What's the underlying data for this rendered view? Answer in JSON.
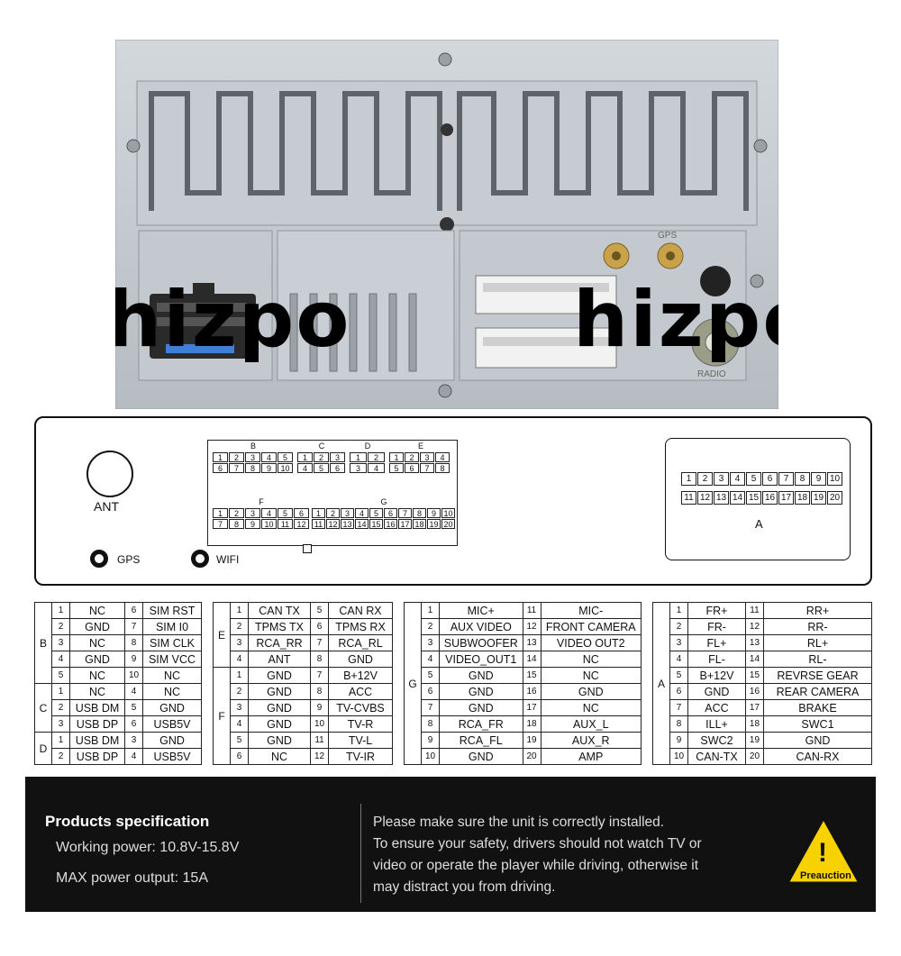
{
  "photo": {
    "watermark_left": "hizpo",
    "watermark_right": "hizpo",
    "gps_label": "GPS",
    "radio_label": "RADIO"
  },
  "diagram": {
    "ant_label": "ANT",
    "gps_label": "GPS",
    "wifi_label": "WIFI",
    "groups": [
      {
        "id": "B",
        "pins_top": [
          "1",
          "2",
          "3",
          "4",
          "5"
        ],
        "pins_bottom": [
          "6",
          "7",
          "8",
          "9",
          "10"
        ]
      },
      {
        "id": "C",
        "pins_top": [
          "1",
          "2",
          "3"
        ],
        "pins_bottom": [
          "4",
          "5",
          "6"
        ]
      },
      {
        "id": "D",
        "pins_top": [
          "1",
          "2"
        ],
        "pins_bottom": [
          "3",
          "4"
        ]
      },
      {
        "id": "E",
        "pins_top": [
          "1",
          "2",
          "3",
          "4"
        ],
        "pins_bottom": [
          "5",
          "6",
          "7",
          "8"
        ]
      },
      {
        "id": "F",
        "pins_top": [
          "1",
          "2",
          "3",
          "4",
          "5",
          "6"
        ],
        "pins_bottom": [
          "7",
          "8",
          "9",
          "10",
          "11",
          "12"
        ]
      },
      {
        "id": "G",
        "pins_top": [
          "1",
          "2",
          "3",
          "4",
          "5",
          "6",
          "7",
          "8",
          "9",
          "10"
        ],
        "pins_bottom": [
          "11",
          "12",
          "13",
          "14",
          "15",
          "16",
          "17",
          "18",
          "19",
          "20"
        ]
      }
    ],
    "connector_A": {
      "label": "A",
      "pins_top": [
        "1",
        "2",
        "3",
        "4",
        "5",
        "6",
        "7",
        "8",
        "9",
        "10"
      ],
      "pins_bottom": [
        "11",
        "12",
        "13",
        "14",
        "15",
        "16",
        "17",
        "18",
        "19",
        "20"
      ]
    }
  },
  "tables": {
    "bcd": [
      {
        "g": "B",
        "span": 5,
        "n1": "1",
        "v1": "NC",
        "n2": "6",
        "v2": "SIM RST"
      },
      {
        "n1": "2",
        "v1": "GND",
        "n2": "7",
        "v2": "SIM I0"
      },
      {
        "n1": "3",
        "v1": "NC",
        "n2": "8",
        "v2": "SIM CLK"
      },
      {
        "n1": "4",
        "v1": "GND",
        "n2": "9",
        "v2": "SIM VCC"
      },
      {
        "n1": "5",
        "v1": "NC",
        "n2": "10",
        "v2": "NC"
      },
      {
        "g": "C",
        "span": 3,
        "n1": "1",
        "v1": "NC",
        "n2": "4",
        "v2": "NC"
      },
      {
        "n1": "2",
        "v1": "USB DM",
        "n2": "5",
        "v2": "GND"
      },
      {
        "n1": "3",
        "v1": "USB DP",
        "n2": "6",
        "v2": "USB5V"
      },
      {
        "g": "D",
        "span": 2,
        "n1": "1",
        "v1": "USB DM",
        "n2": "3",
        "v2": "GND"
      },
      {
        "n1": "2",
        "v1": "USB DP",
        "n2": "4",
        "v2": "USB5V"
      }
    ],
    "ef": [
      {
        "g": "E",
        "span": 4,
        "n1": "1",
        "v1": "CAN TX",
        "n2": "5",
        "v2": "CAN RX"
      },
      {
        "n1": "2",
        "v1": "TPMS TX",
        "n2": "6",
        "v2": "TPMS RX"
      },
      {
        "n1": "3",
        "v1": "RCA_RR",
        "n2": "7",
        "v2": "RCA_RL"
      },
      {
        "n1": "4",
        "v1": "ANT",
        "n2": "8",
        "v2": "GND"
      },
      {
        "g": "F",
        "span": 6,
        "n1": "1",
        "v1": "GND",
        "n2": "7",
        "v2": "B+12V"
      },
      {
        "n1": "2",
        "v1": "GND",
        "n2": "8",
        "v2": "ACC"
      },
      {
        "n1": "3",
        "v1": "GND",
        "n2": "9",
        "v2": "TV-CVBS"
      },
      {
        "n1": "4",
        "v1": "GND",
        "n2": "10",
        "v2": "TV-R"
      },
      {
        "n1": "5",
        "v1": "GND",
        "n2": "11",
        "v2": "TV-L"
      },
      {
        "n1": "6",
        "v1": "NC",
        "n2": "12",
        "v2": "TV-IR"
      }
    ],
    "g": [
      {
        "g": "G",
        "span": 10,
        "n1": "1",
        "v1": "MIC+",
        "n2": "11",
        "v2": "MIC-"
      },
      {
        "n1": "2",
        "v1": "AUX VIDEO",
        "n2": "12",
        "v2": "FRONT CAMERA"
      },
      {
        "n1": "3",
        "v1": "SUBWOOFER",
        "n2": "13",
        "v2": "VIDEO OUT2"
      },
      {
        "n1": "4",
        "v1": "VIDEO_OUT1",
        "n2": "14",
        "v2": "NC"
      },
      {
        "n1": "5",
        "v1": "GND",
        "n2": "15",
        "v2": "NC"
      },
      {
        "n1": "6",
        "v1": "GND",
        "n2": "16",
        "v2": "GND"
      },
      {
        "n1": "7",
        "v1": "GND",
        "n2": "17",
        "v2": "NC"
      },
      {
        "n1": "8",
        "v1": "RCA_FR",
        "n2": "18",
        "v2": "AUX_L"
      },
      {
        "n1": "9",
        "v1": "RCA_FL",
        "n2": "19",
        "v2": "AUX_R"
      },
      {
        "n1": "10",
        "v1": "GND",
        "n2": "20",
        "v2": "AMP"
      }
    ],
    "a": [
      {
        "g": "A",
        "span": 10,
        "n1": "1",
        "v1": "FR+",
        "n2": "11",
        "v2": "RR+"
      },
      {
        "n1": "2",
        "v1": "FR-",
        "n2": "12",
        "v2": "RR-"
      },
      {
        "n1": "3",
        "v1": "FL+",
        "n2": "13",
        "v2": "RL+"
      },
      {
        "n1": "4",
        "v1": "FL-",
        "n2": "14",
        "v2": "RL-"
      },
      {
        "n1": "5",
        "v1": "B+12V",
        "n2": "15",
        "v2": "REVRSE GEAR"
      },
      {
        "n1": "6",
        "v1": "GND",
        "n2": "16",
        "v2": "REAR CAMERA"
      },
      {
        "n1": "7",
        "v1": "ACC",
        "n2": "17",
        "v2": "BRAKE"
      },
      {
        "n1": "8",
        "v1": "ILL+",
        "n2": "18",
        "v2": "SWC1"
      },
      {
        "n1": "9",
        "v1": "SWC2",
        "n2": "19",
        "v2": "GND"
      },
      {
        "n1": "10",
        "v1": "CAN-TX",
        "n2": "20",
        "v2": "CAN-RX"
      }
    ]
  },
  "footer": {
    "spec_title": "Products specification",
    "working_power": "Working power: 10.8V-15.8V",
    "max_output": "MAX power output: 15A",
    "notice_lines": [
      "Please make sure the unit is correctly installed.",
      "To ensure your safety, drivers should not watch TV or",
      "video or operate the player while driving, otherwise it",
      "may distract you from driving."
    ],
    "warning_label": "Preauction",
    "warning_symbol": "!"
  },
  "colors": {
    "panel_gray": "#bfc6cc",
    "connector_black": "#2a2a2a",
    "fuse_blue": "#3f7fd6",
    "antenna_gold": "#c9a24a",
    "warning_yellow": "#f7d100"
  }
}
